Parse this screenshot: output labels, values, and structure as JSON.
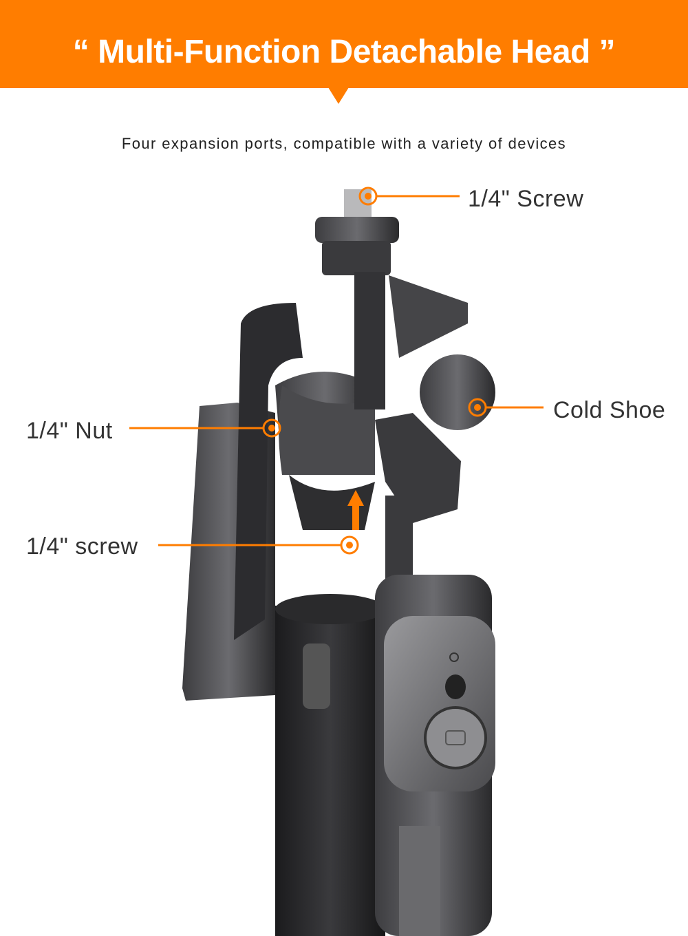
{
  "header": {
    "title": "“ Multi-Function Detachable Head ”",
    "accent_color": "#FF7D00"
  },
  "subtitle": "Four expansion ports, compatible with a variety of devices",
  "callouts": [
    {
      "label": "1/4\" Screw"
    },
    {
      "label": "Cold Shoe"
    },
    {
      "label": "1/4\" Nut"
    },
    {
      "label": "1/4\" screw"
    }
  ]
}
